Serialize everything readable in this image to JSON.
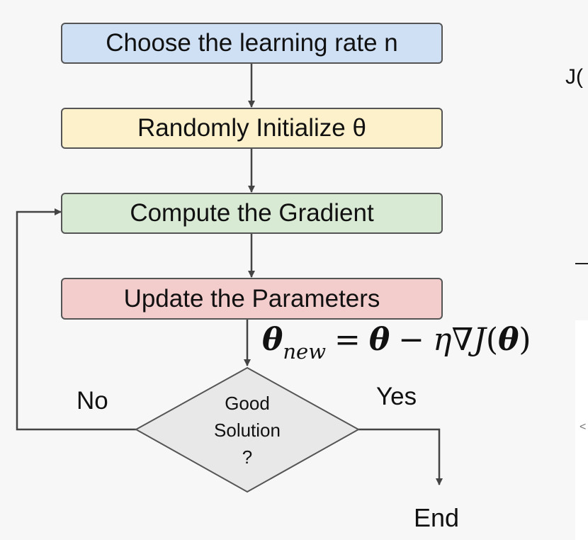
{
  "flowchart": {
    "steps": [
      {
        "label": "Choose the learning rate n",
        "color": "#cfe0f5"
      },
      {
        "label": "Randomly Initialize θ",
        "color": "#fdf1cc"
      },
      {
        "label": "Compute the Gradient",
        "color": "#d8ead4"
      },
      {
        "label": "Update the Parameters",
        "color": "#f3cccc"
      }
    ],
    "decision": {
      "line1": "Good",
      "line2": "Solution",
      "line3": "?",
      "color": "#e8e8e8"
    },
    "no_label": "No",
    "yes_label": "Yes",
    "end_label": "End"
  },
  "formula": {
    "theta": "θ",
    "new_sub": "new",
    "equals": "=",
    "minus": "−",
    "eta": "η",
    "nabla": "∇",
    "J": "J",
    "lparen": "(",
    "rparen": ")"
  },
  "side_fragments": {
    "right_top": "J(",
    "right_mid": "—",
    "right_low": "<"
  }
}
